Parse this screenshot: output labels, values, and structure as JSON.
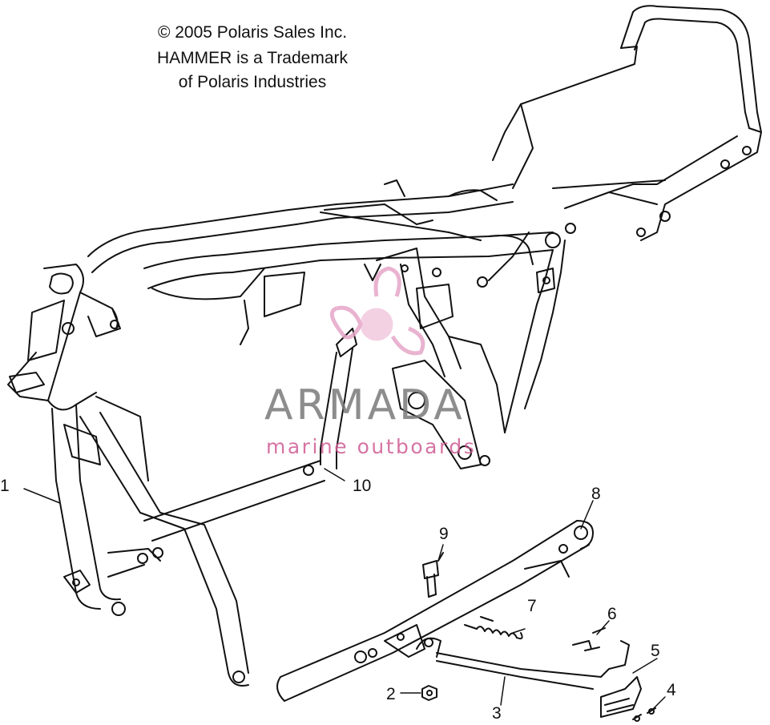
{
  "copyright": {
    "line1": "© 2005 Polaris Sales Inc.",
    "line2": "HAMMER is a Trademark",
    "line3": "of Polaris Industries"
  },
  "watermark": {
    "name": "ARMADA",
    "tagline": "marine outboards",
    "logo_icon": "propeller-logo-icon",
    "colors": {
      "logo": "#e6a6c8",
      "name": "#7a7a7a",
      "tagline": "#cf5b92"
    }
  },
  "callouts": [
    "1",
    "2",
    "3",
    "4",
    "5",
    "6",
    "7",
    "8",
    "9",
    "10"
  ],
  "colors": {
    "line": "#111111",
    "background": "#ffffff"
  }
}
